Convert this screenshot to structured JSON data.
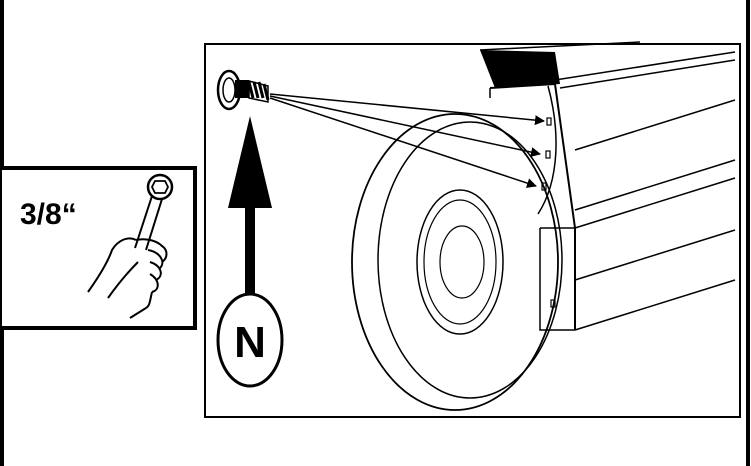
{
  "tool_callout": {
    "size_label": "3/8“",
    "icon": "wrench-icon"
  },
  "part_marker": {
    "letter": "N"
  },
  "hardware": {
    "icon": "bolt-icon",
    "target_holes": 3
  },
  "colors": {
    "ink": "#000000",
    "paper": "#ffffff"
  }
}
